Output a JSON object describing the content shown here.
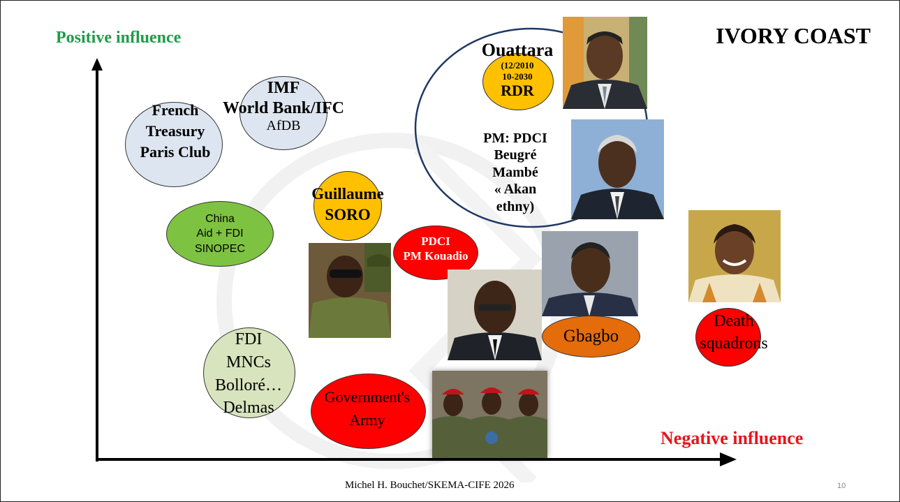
{
  "title": "IVORY COAST",
  "axes": {
    "y_label": "Positive influence",
    "x_label": "Negative influence",
    "y_label_color": "#1a9e4a",
    "x_label_color": "#e8141b"
  },
  "actors": {
    "french": [
      "French",
      "Treasury",
      "Paris Club"
    ],
    "imf": [
      "IMF",
      "World Bank/IFC",
      "AfDB"
    ],
    "china": [
      "China",
      "Aid + FDI",
      "SINOPEC"
    ],
    "soro": [
      "Guillaume",
      "SORO"
    ],
    "pdci_kouadio": [
      "PDCI",
      "PM Kouadio"
    ],
    "ouattara": {
      "name": "Ouattara",
      "dates1": "(12/2010",
      "dates2": "10-2030",
      "party": "RDR"
    },
    "pm_pdci": [
      "PM: PDCI",
      "Beugré",
      "Mambé",
      "« Akan",
      "ethny)"
    ],
    "fdi": [
      "FDI",
      "MNCs",
      "Bolloré…",
      "Delmas"
    ],
    "army": [
      "Government's",
      "Army"
    ],
    "gbagbo": "Gbagbo",
    "death": [
      "Death",
      "squadrons"
    ]
  },
  "colors": {
    "pale_blue": "#dde5f0",
    "green": "#7ec242",
    "gold": "#ffc000",
    "red": "#ff0000",
    "orange": "#e46c0a",
    "pale_green": "#d7e4bd",
    "navy": "#1f3864"
  },
  "footer": {
    "credit": "Michel H. Bouchet/SKEMA-CIFE 2026",
    "page_number": "10"
  }
}
